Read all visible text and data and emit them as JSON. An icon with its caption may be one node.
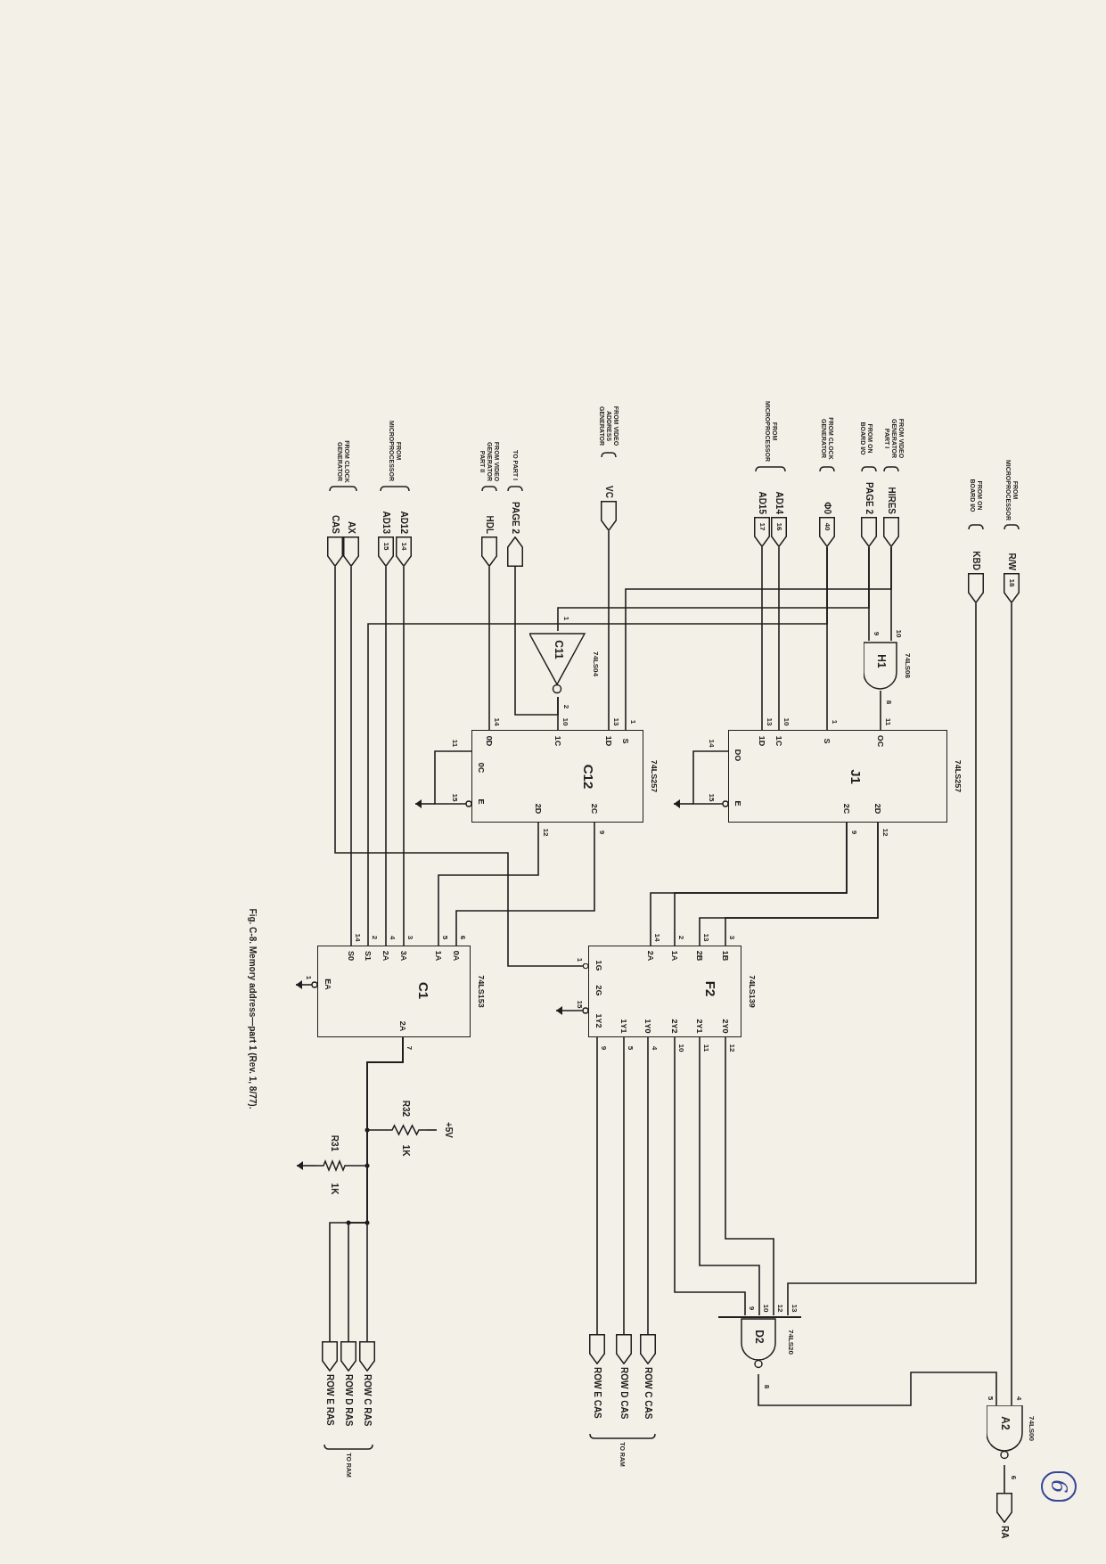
{
  "diagram": {
    "caption": "Fig. C-8. Memory address—part 1 (Rev. 1, 8/77).",
    "nodes": [
      {
        "text": [
          "CAS"
        ]
      },
      {
        "text": [
          "AX"
        ]
      },
      {
        "text": [
          "AD13",
          "15"
        ]
      },
      {
        "text": [
          "AD12",
          "14"
        ]
      },
      {
        "text": [
          "HDL"
        ]
      },
      {
        "text": [
          "PAGE 2"
        ]
      },
      {
        "text": [
          "VC"
        ]
      },
      {
        "text": [
          "AD15",
          "17"
        ]
      },
      {
        "text": [
          "AD14",
          "16"
        ]
      },
      {
        "text": [
          "Φ0",
          "40"
        ]
      },
      {
        "text": [
          "PAGE 2"
        ]
      },
      {
        "text": [
          "HIRES"
        ]
      },
      {
        "text": [
          "KBD"
        ]
      },
      {
        "text": [
          "R/W",
          "18"
        ]
      },
      {
        "text": [
          "74LS04",
          "C11"
        ]
      },
      {
        "text": [
          "74LS08",
          "H1"
        ]
      },
      {
        "text": [
          "74LS257",
          "C12",
          "S",
          "1D",
          "1C",
          "0D",
          "0C",
          "E",
          "2D",
          "2C"
        ]
      },
      {
        "text": [
          "74LS257",
          "J1",
          "OC",
          "S",
          "1C",
          "1D",
          "DO",
          "E",
          "2C",
          "2D"
        ]
      },
      {
        "text": [
          "74LS153",
          "C1",
          "0A",
          "1A",
          "3A",
          "2A",
          "S1",
          "S0",
          "EA",
          "2A"
        ]
      },
      {
        "text": [
          "74LS139",
          "F2",
          "1B",
          "2B",
          "1A",
          "2A",
          "1G",
          "2G",
          "2Y0",
          "2Y1",
          "2Y2",
          "1Y0",
          "1Y1",
          "1Y2"
        ]
      },
      {
        "text": [
          "74LS20",
          "D2"
        ]
      },
      {
        "text": [
          "74LS00",
          "A2"
        ]
      },
      {
        "text": [
          "R32",
          "1K"
        ]
      },
      {
        "text": [
          "R31",
          "1K"
        ]
      },
      {
        "text": [
          "ROW C RAS"
        ]
      },
      {
        "text": [
          "ROW D RAS"
        ]
      },
      {
        "text": [
          "ROW E RAS"
        ]
      },
      {
        "text": [
          "ROW C CAS"
        ]
      },
      {
        "text": [
          "ROW D CAS"
        ]
      },
      {
        "text": [
          "ROW E CAS"
        ]
      },
      {
        "text": [
          "RA"
        ]
      }
    ],
    "edges": [
      {
        "from": 0,
        "to": 19,
        "arrow": "other"
      },
      {
        "from": 1,
        "to": 18,
        "arrow": "none"
      },
      {
        "from": 2,
        "to": 18,
        "arrow": "none"
      },
      {
        "from": 3,
        "to": 18,
        "arrow": "none"
      },
      {
        "from": 4,
        "to": 16,
        "arrow": "none"
      },
      {
        "from": 14,
        "to": 5,
        "arrow": "none"
      },
      {
        "from": 6,
        "to": 16,
        "arrow": "none"
      },
      {
        "from": 7,
        "to": 17,
        "arrow": "none"
      },
      {
        "from": 8,
        "to": 17,
        "arrow": "none"
      },
      {
        "from": 9,
        "to": 17,
        "arrow": "none"
      },
      {
        "from": 9,
        "to": 18,
        "arrow": "none"
      },
      {
        "from": 10,
        "to": 15,
        "arrow": "none"
      },
      {
        "from": 10,
        "to": 14,
        "arrow": "none"
      },
      {
        "from": 11,
        "to": 15,
        "arrow": "none"
      },
      {
        "from": 11,
        "to": 16,
        "arrow": "none"
      },
      {
        "from": 15,
        "to": 17,
        "arrow": "none"
      },
      {
        "from": 14,
        "to": 16,
        "arrow": "none"
      },
      {
        "from": 12,
        "to": 20,
        "arrow": "none"
      },
      {
        "from": 13,
        "to": 21,
        "arrow": "none"
      },
      {
        "from": 16,
        "to": 18,
        "arrow": "none"
      },
      {
        "from": 16,
        "to": 18,
        "arrow": "none"
      },
      {
        "from": 17,
        "to": 19,
        "arrow": "none"
      },
      {
        "from": 17,
        "to": 19,
        "arrow": "none"
      },
      {
        "from": 17,
        "to": 19,
        "arrow": "none"
      },
      {
        "from": 17,
        "to": 19,
        "arrow": "none"
      },
      {
        "from": 19,
        "to": 29,
        "arrow": "none"
      },
      {
        "from": 19,
        "to": 28,
        "arrow": "none"
      },
      {
        "from": 19,
        "to": 27,
        "arrow": "none"
      },
      {
        "from": 19,
        "to": 20,
        "arrow": "none"
      },
      {
        "from": 19,
        "to": 20,
        "arrow": "none"
      },
      {
        "from": 19,
        "to": 20,
        "arrow": "none"
      },
      {
        "from": 20,
        "to": 21,
        "arrow": "none"
      },
      {
        "from": 21,
        "to": 30,
        "arrow": "none"
      },
      {
        "from": 18,
        "to": 22,
        "arrow": "none"
      },
      {
        "from": 18,
        "to": 23,
        "arrow": "none"
      },
      {
        "from": 18,
        "to": 24,
        "arrow": "none"
      },
      {
        "from": 18,
        "to": 25,
        "arrow": "none"
      },
      {
        "from": 18,
        "to": 26,
        "arrow": "none"
      }
    ],
    "labels": [
      "FROM CLOCK GENERATOR",
      "FROM MICROPROCESSOR",
      "FROM VIDEO GENERATOR PART II",
      "TO PART I",
      "FROM VIDEO ADDRESS GENERATOR",
      "FROM MICROPROCESSOR",
      "FROM CLOCK GENERATOR",
      "FROM ON BOARD I/O",
      "FROM VIDEO GENERATOR PART I",
      "FROM ON BOARD I/O",
      "FROM MICROPROCESSOR",
      "14",
      "10",
      "13",
      "1",
      "11",
      "15",
      "12",
      "9",
      "1",
      "2",
      "9",
      "10",
      "8",
      "13",
      "10",
      "1",
      "11",
      "14",
      "15",
      "9",
      "12",
      "14",
      "2",
      "4",
      "3",
      "5",
      "6",
      "1",
      "7",
      "1",
      "15",
      "14",
      "2",
      "13",
      "3",
      "9",
      "5",
      "4",
      "10",
      "11",
      "12",
      "9",
      "10",
      "12",
      "13",
      "8",
      "5",
      "4",
      "6",
      "+5V",
      "TO RAM",
      "TO RAM",
      "6"
    ]
  }
}
